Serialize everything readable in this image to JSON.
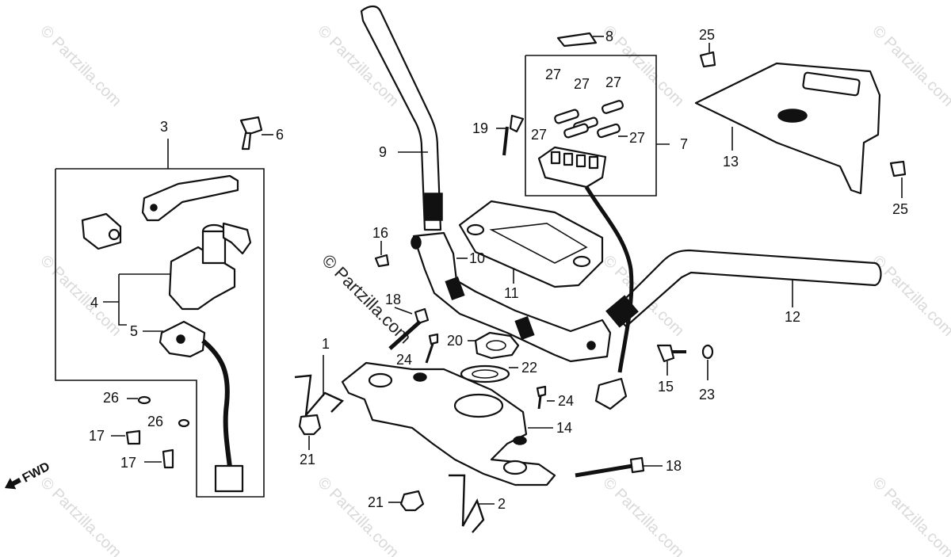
{
  "watermark": {
    "text": "© Partzilla.com",
    "center_text": "© Partzilla.com"
  },
  "fwd_label": "FWD",
  "labels": {
    "l1": "1",
    "l2": "2",
    "l3": "3",
    "l4": "4",
    "l5": "5",
    "l6": "6",
    "l7": "7",
    "l8": "8",
    "l9": "9",
    "l10": "10",
    "l11": "11",
    "l12": "12",
    "l13": "13",
    "l14": "14",
    "l15": "15",
    "l16": "16",
    "l17a": "17",
    "l17b": "17",
    "l18a": "18",
    "l18b": "18",
    "l19": "19",
    "l20": "20",
    "l21a": "21",
    "l21b": "21",
    "l22": "22",
    "l23": "23",
    "l24a": "24",
    "l24b": "24",
    "l25a": "25",
    "l25b": "25",
    "l26a": "26",
    "l26b": "26",
    "l27a": "27",
    "l27b": "27",
    "l27c": "27",
    "l27d": "27",
    "l27e": "27"
  }
}
